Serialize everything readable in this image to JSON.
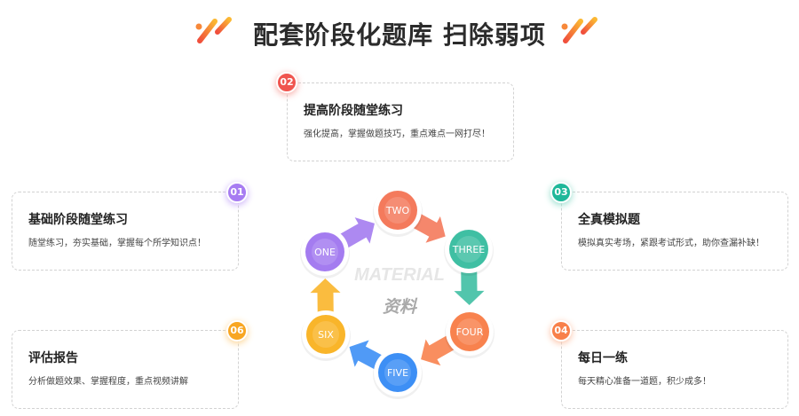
{
  "header": {
    "title": "配套阶段化题库 扫除弱项"
  },
  "cards": [
    {
      "num": "01",
      "title": "基础阶段随堂练习",
      "desc": "随堂练习，夯实基础，掌握每个所学知识点！",
      "color": "#a77cf2"
    },
    {
      "num": "02",
      "title": "提高阶段随堂练习",
      "desc": "强化提高，掌握做题技巧，重点难点一网打尽！",
      "color": "#f0554f"
    },
    {
      "num": "03",
      "title": "全真模拟题",
      "desc": "模拟真实考场，紧跟考试形式，助你查漏补缺！",
      "color": "#1fb89a"
    },
    {
      "num": "04",
      "title": "每日一练",
      "desc": "每天精心准备一道题，积少成多！",
      "color": "#f8804a"
    },
    {
      "num": "06",
      "title": "评估报告",
      "desc": "分析做题效果、掌握程度，重点视频讲解",
      "color": "#f8a622"
    }
  ],
  "cycle": {
    "center_label": "资料",
    "watermark": "MATERIAL",
    "steps": [
      {
        "label": "ONE",
        "color": "#a47cf0"
      },
      {
        "label": "TWO",
        "color": "#f47a5c"
      },
      {
        "label": "THREE",
        "color": "#3fbfa3"
      },
      {
        "label": "FOUR",
        "color": "#f8824e"
      },
      {
        "label": "FIVE",
        "color": "#3d8ff5"
      },
      {
        "label": "SIX",
        "color": "#f9b52a"
      }
    ]
  }
}
